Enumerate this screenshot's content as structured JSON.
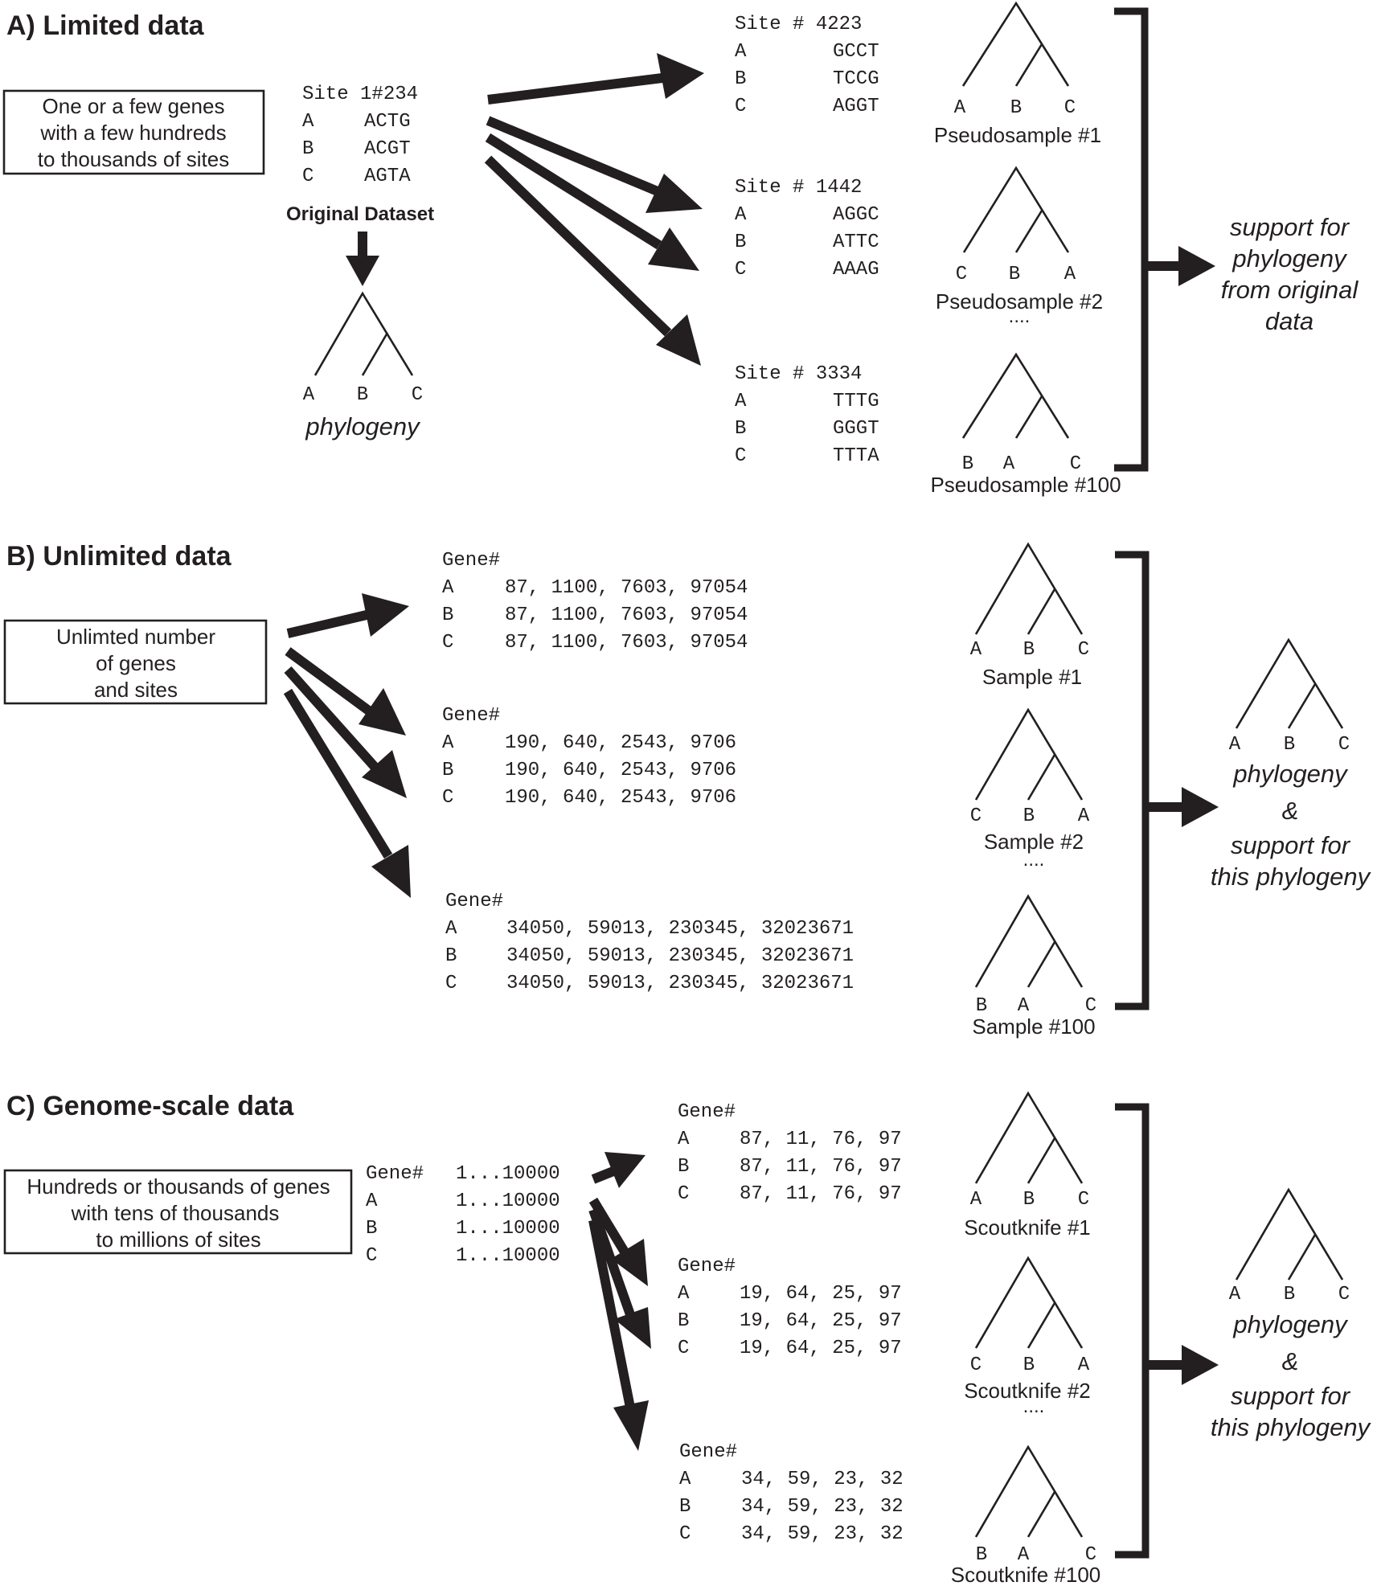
{
  "panels": {
    "a": {
      "title": "A) Limited data",
      "box_lines": [
        "One or a few genes",
        "with a few hundreds",
        "to thousands of sites"
      ],
      "original": {
        "header": "Site 1#234",
        "rows": [
          [
            "A",
            "ACTG"
          ],
          [
            "B",
            "ACGT"
          ],
          [
            "C",
            "AGTA"
          ]
        ],
        "label": "Original Dataset"
      },
      "phylogeny_leaves": [
        "A",
        "B",
        "C"
      ],
      "phylogeny_label": "phylogeny",
      "resamples": [
        {
          "header": "Site # 4223",
          "rows": [
            [
              "A",
              "GCCT"
            ],
            [
              "B",
              "TCCG"
            ],
            [
              "C",
              "AGGT"
            ]
          ],
          "leaves": [
            "A",
            "B",
            "C"
          ],
          "caption": "Pseudosample #1"
        },
        {
          "header": "Site # 1442",
          "rows": [
            [
              "A",
              "AGGC"
            ],
            [
              "B",
              "ATTC"
            ],
            [
              "C",
              "AAAG"
            ]
          ],
          "leaves": [
            "C",
            "B",
            "A"
          ],
          "caption": "Pseudosample #2"
        },
        {
          "header": "Site # 3334",
          "rows": [
            [
              "A",
              "TTTG"
            ],
            [
              "B",
              "GGGT"
            ],
            [
              "C",
              "TTTA"
            ]
          ],
          "leaves": [
            "B",
            "A",
            "C"
          ],
          "caption": "Pseudosample #100"
        }
      ],
      "ellipsis": "....",
      "result_lines": [
        "support for",
        "phylogeny",
        "from original",
        "data"
      ]
    },
    "b": {
      "title": "B) Unlimited data",
      "box_lines": [
        "Unlimted number",
        "of genes",
        "and sites"
      ],
      "samples": [
        {
          "header": "Gene#",
          "rows": [
            [
              "A",
              "87, 1100, 7603, 97054"
            ],
            [
              "B",
              "87, 1100, 7603, 97054"
            ],
            [
              "C",
              "87, 1100, 7603, 97054"
            ]
          ],
          "leaves": [
            "A",
            "B",
            "C"
          ],
          "caption": "Sample #1"
        },
        {
          "header": "Gene#",
          "rows": [
            [
              "A",
              "190, 640, 2543, 9706"
            ],
            [
              "B",
              "190, 640, 2543, 9706"
            ],
            [
              "C",
              "190, 640, 2543, 9706"
            ]
          ],
          "leaves": [
            "C",
            "B",
            "A"
          ],
          "caption": "Sample #2"
        },
        {
          "header": "Gene#",
          "rows": [
            [
              "A",
              "34050, 59013, 230345, 32023671"
            ],
            [
              "B",
              "34050, 59013, 230345, 32023671"
            ],
            [
              "C",
              "34050, 59013, 230345, 32023671"
            ]
          ],
          "leaves": [
            "B",
            "A",
            "C"
          ],
          "caption": "Sample #100"
        }
      ],
      "ellipsis": "....",
      "result_leaves": [
        "A",
        "B",
        "C"
      ],
      "result_lines": [
        "phylogeny",
        "&",
        "support for",
        "this phylogeny"
      ]
    },
    "c": {
      "title": "C) Genome-scale data",
      "box_lines": [
        "Hundreds or thousands of genes",
        "with tens of thousands",
        "to millions of sites"
      ],
      "source": {
        "header": [
          "Gene#",
          "1...10000"
        ],
        "rows": [
          [
            "A",
            "1...10000"
          ],
          [
            "B",
            "1...10000"
          ],
          [
            "C",
            "1...10000"
          ]
        ]
      },
      "samples": [
        {
          "header": "Gene#",
          "rows": [
            [
              "A",
              "87, 11, 76, 97"
            ],
            [
              "B",
              "87, 11, 76, 97"
            ],
            [
              "C",
              "87, 11, 76, 97"
            ]
          ],
          "leaves": [
            "A",
            "B",
            "C"
          ],
          "caption": "Scoutknife #1"
        },
        {
          "header": "Gene#",
          "rows": [
            [
              "A",
              "19, 64, 25, 97"
            ],
            [
              "B",
              "19, 64, 25, 97"
            ],
            [
              "C",
              "19, 64, 25, 97"
            ]
          ],
          "leaves": [
            "C",
            "B",
            "A"
          ],
          "caption": "Scoutknife #2"
        },
        {
          "header": "Gene#",
          "rows": [
            [
              "A",
              "34, 59, 23, 32"
            ],
            [
              "B",
              "34, 59, 23, 32"
            ],
            [
              "C",
              "34, 59, 23, 32"
            ]
          ],
          "leaves": [
            "B",
            "A",
            "C"
          ],
          "caption": "Scoutknife #100"
        }
      ],
      "ellipsis": "....",
      "result_leaves": [
        "A",
        "B",
        "C"
      ],
      "result_lines": [
        "phylogeny",
        "&",
        "support for",
        "this phylogeny"
      ]
    }
  },
  "colors": {
    "ink": "#231f20",
    "background": "#ffffff"
  }
}
